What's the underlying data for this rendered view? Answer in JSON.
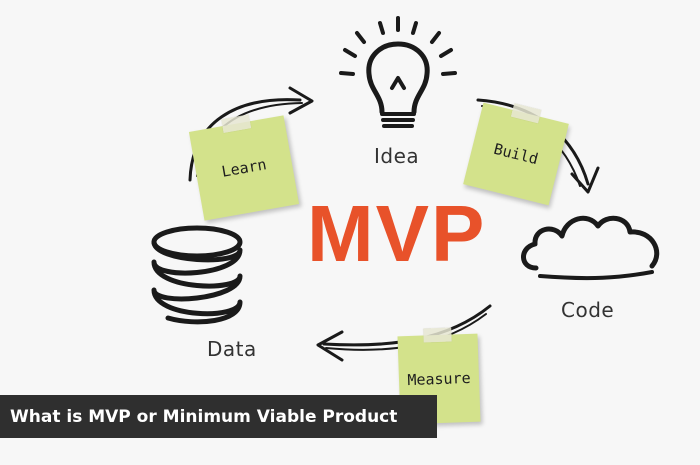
{
  "center": {
    "label": "MVP",
    "color": "#e8522a"
  },
  "nodes": {
    "idea": "Idea",
    "code": "Code",
    "data": "Data"
  },
  "transitions": {
    "build": "Build",
    "measure": "Measure",
    "learn": "Learn"
  },
  "icons": {
    "idea": "lightbulb-icon",
    "code": "cloud-icon",
    "data": "database-icon"
  },
  "note_color": "#d3e28b",
  "caption": "What is MVP or Minimum Viable Product"
}
